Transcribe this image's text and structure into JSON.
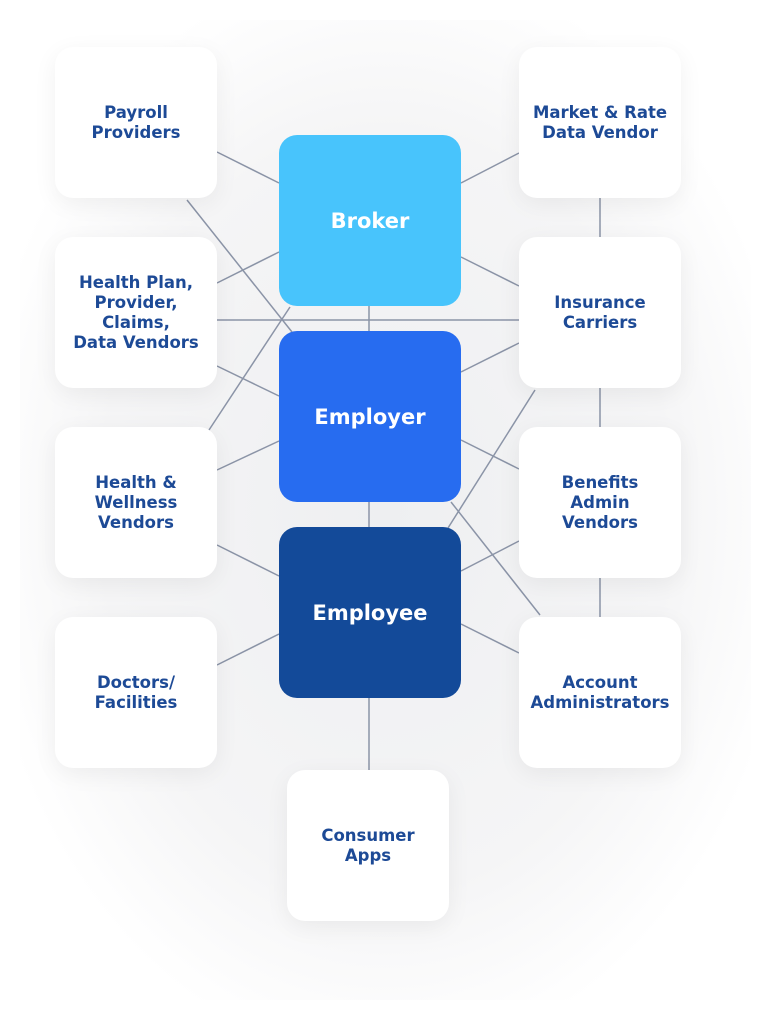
{
  "colors": {
    "broker": "#48c4fc",
    "employer": "#276cf0",
    "employee": "#134a99",
    "line": "#8b94a7",
    "text": "#1d4a96"
  },
  "core": {
    "broker": "Broker",
    "employer": "Employer",
    "employee": "Employee"
  },
  "left": [
    "Payroll\nProviders",
    "Health Plan,\nProvider,\nClaims,\nData Vendors",
    "Health &\nWellness\nVendors",
    "Doctors/\nFacilities"
  ],
  "right": [
    "Market & Rate\nData Vendor",
    "Insurance\nCarriers",
    "Benefits\nAdmin\nVendors",
    "Account\nAdministrators"
  ],
  "bottom": "Consumer\nApps"
}
